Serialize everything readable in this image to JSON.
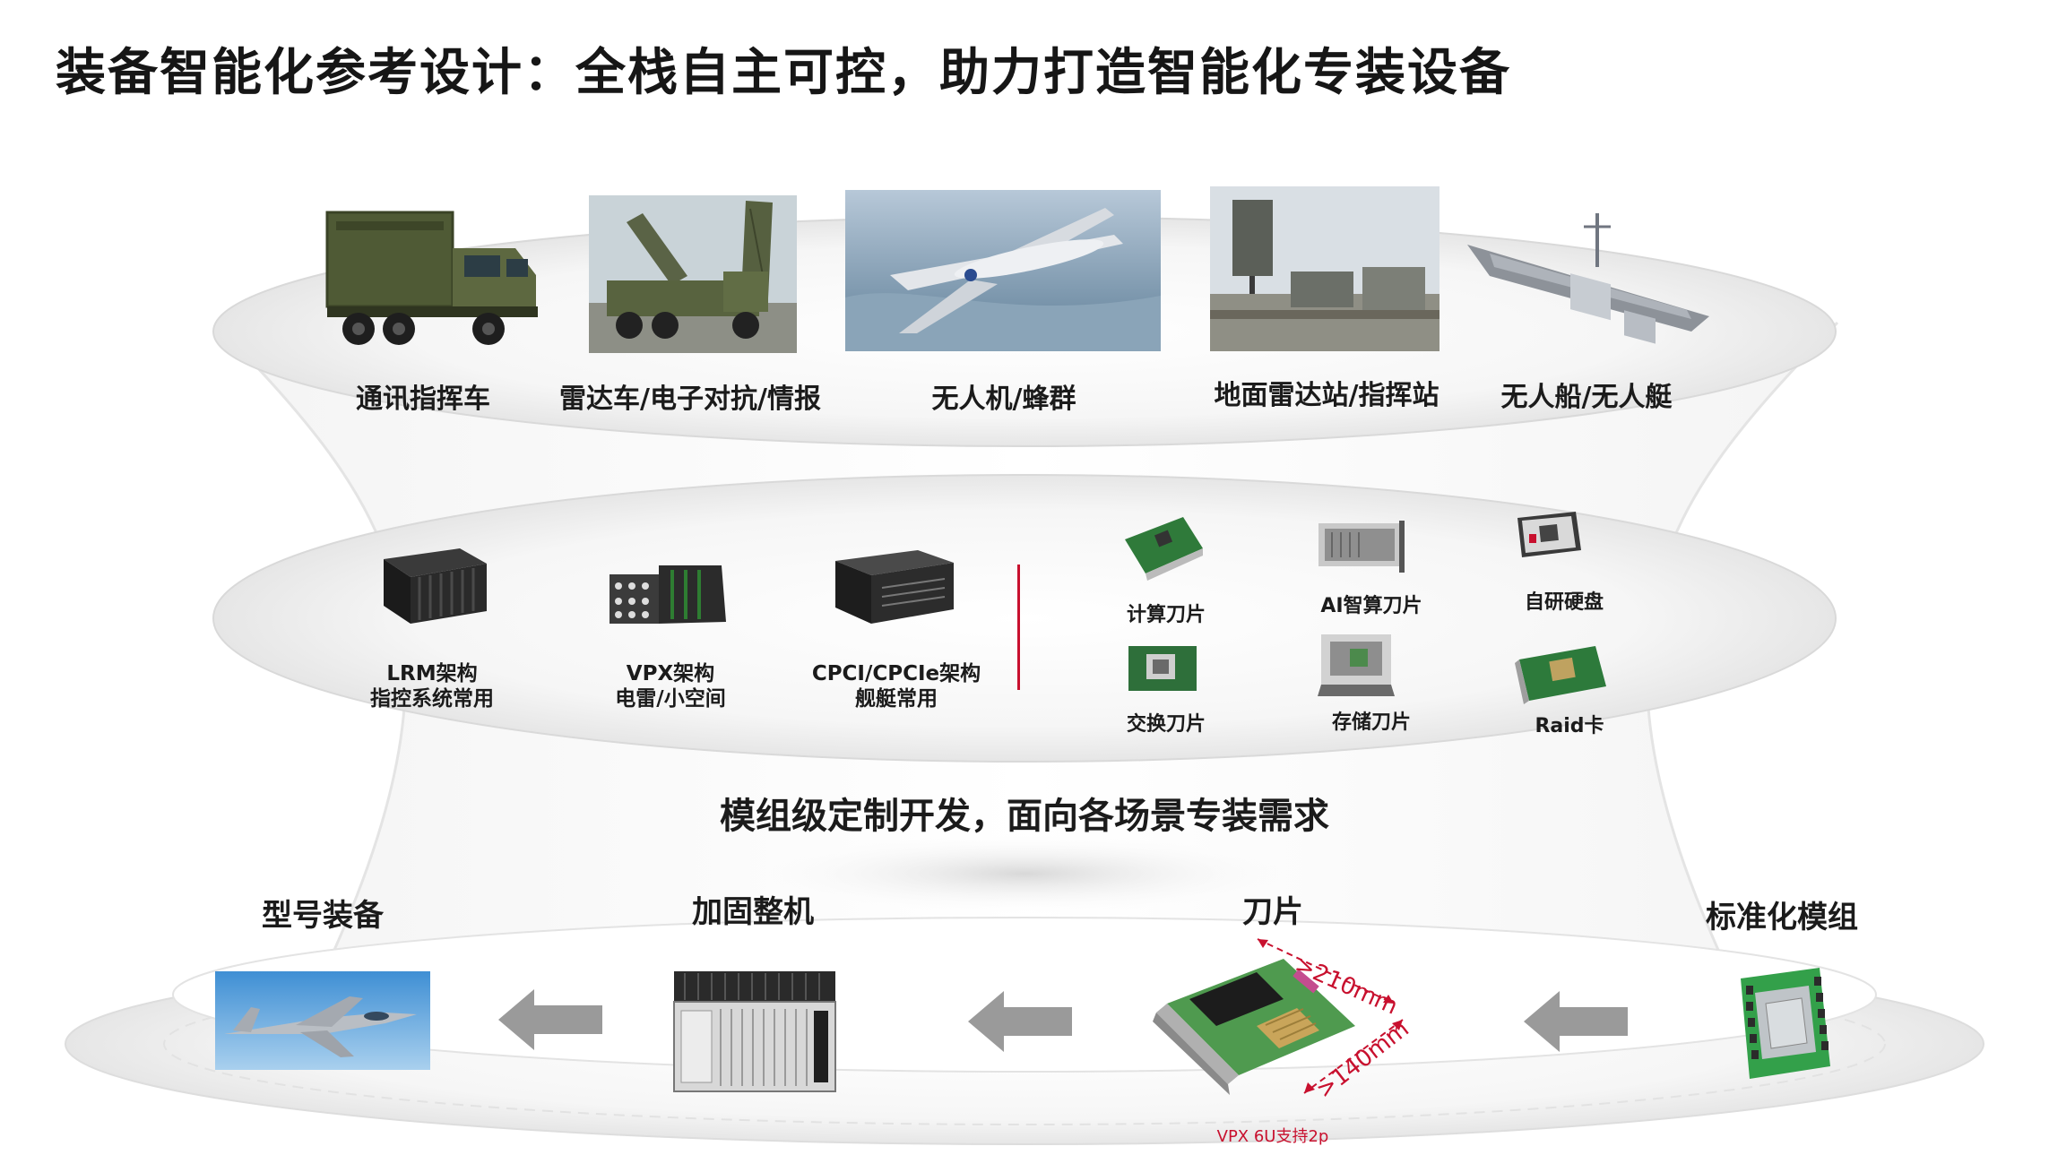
{
  "title": "装备智能化参考设计：全栈自主可控，助力打造智能化专装设备",
  "tier_top": {
    "items": [
      {
        "label": "通讯指挥车",
        "icon": "command-truck-image"
      },
      {
        "label": "雷达车/电子对抗/情报",
        "icon": "radar-truck-image"
      },
      {
        "label": "无人机/蜂群",
        "icon": "drone-image"
      },
      {
        "label": "地面雷达站/指挥站",
        "icon": "ground-radar-station-image"
      },
      {
        "label": "无人船/无人艇",
        "icon": "unmanned-ship-image"
      }
    ]
  },
  "tier_middle": {
    "architectures": [
      {
        "line1": "LRM架构",
        "line2": "指控系统常用",
        "icon": "lrm-chassis-image"
      },
      {
        "line1": "VPX架构",
        "line2": "电雷/小空间",
        "icon": "vpx-chassis-image"
      },
      {
        "line1": "CPCI/CPCIe架构",
        "line2": "舰艇常用",
        "icon": "cpci-chassis-image"
      }
    ],
    "modules": [
      {
        "label": "计算刀片",
        "icon": "compute-blade-image"
      },
      {
        "label": "AI智算刀片",
        "icon": "ai-blade-image"
      },
      {
        "label": "自研硬盘",
        "icon": "ssd-image"
      },
      {
        "label": "交换刀片",
        "icon": "switch-blade-image"
      },
      {
        "label": "存储刀片",
        "icon": "storage-blade-image"
      },
      {
        "label": "Raid卡",
        "icon": "raid-card-image"
      }
    ]
  },
  "subtitle": "模组级定制开发，面向各场景专装需求",
  "tier_bottom": {
    "stages": [
      {
        "label": "型号装备",
        "icon": "fighter-jet-image"
      },
      {
        "label": "加固整机",
        "icon": "rugged-chassis-image"
      },
      {
        "label": "刀片",
        "icon": "vpx-blade-image"
      },
      {
        "label": "标准化模组",
        "icon": "soc-module-image"
      }
    ],
    "dimension_width": ">210mm",
    "dimension_height": ">140mm",
    "blade_caption": "VPX 6U支持2p"
  },
  "colors": {
    "accent": "#c8102e",
    "arrow": "#9a9a9a",
    "text": "#1a1a1a"
  }
}
